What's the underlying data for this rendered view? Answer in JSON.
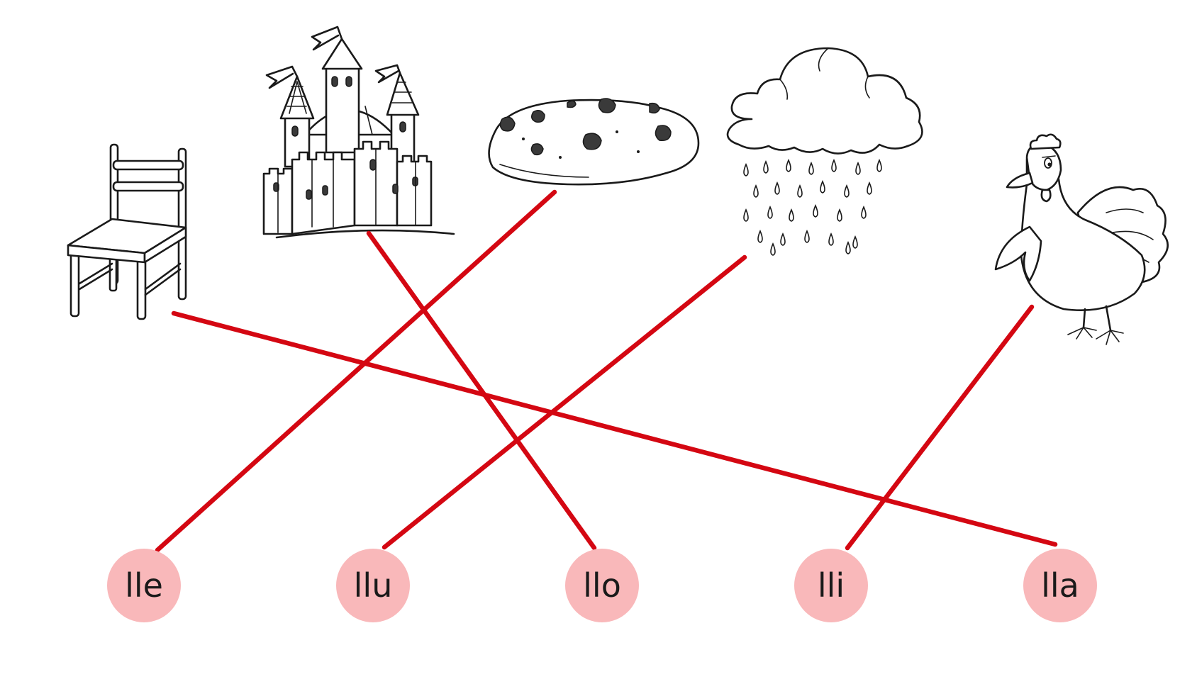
{
  "colors": {
    "line": "#d40712",
    "circle": "#f9b8ba",
    "text": "#1a1a1a",
    "ink": "#1a1a1a"
  },
  "pictures": [
    {
      "id": "chair",
      "icon": "chair-icon"
    },
    {
      "id": "castle",
      "icon": "castle-icon"
    },
    {
      "id": "cookie",
      "icon": "cookie-icon"
    },
    {
      "id": "rain-cloud",
      "icon": "rain-cloud-icon"
    },
    {
      "id": "chicken",
      "icon": "chicken-icon"
    }
  ],
  "syllables": [
    {
      "id": "lle",
      "label": "lle"
    },
    {
      "id": "llu",
      "label": "llu"
    },
    {
      "id": "llo",
      "label": "llo"
    },
    {
      "id": "lli",
      "label": "lli"
    },
    {
      "id": "lla",
      "label": "lla"
    }
  ],
  "matches": [
    {
      "picture": "chair",
      "syllable": "lla"
    },
    {
      "picture": "castle",
      "syllable": "llo"
    },
    {
      "picture": "cookie",
      "syllable": "lle"
    },
    {
      "picture": "rain-cloud",
      "syllable": "llu"
    },
    {
      "picture": "chicken",
      "syllable": "lli"
    }
  ]
}
